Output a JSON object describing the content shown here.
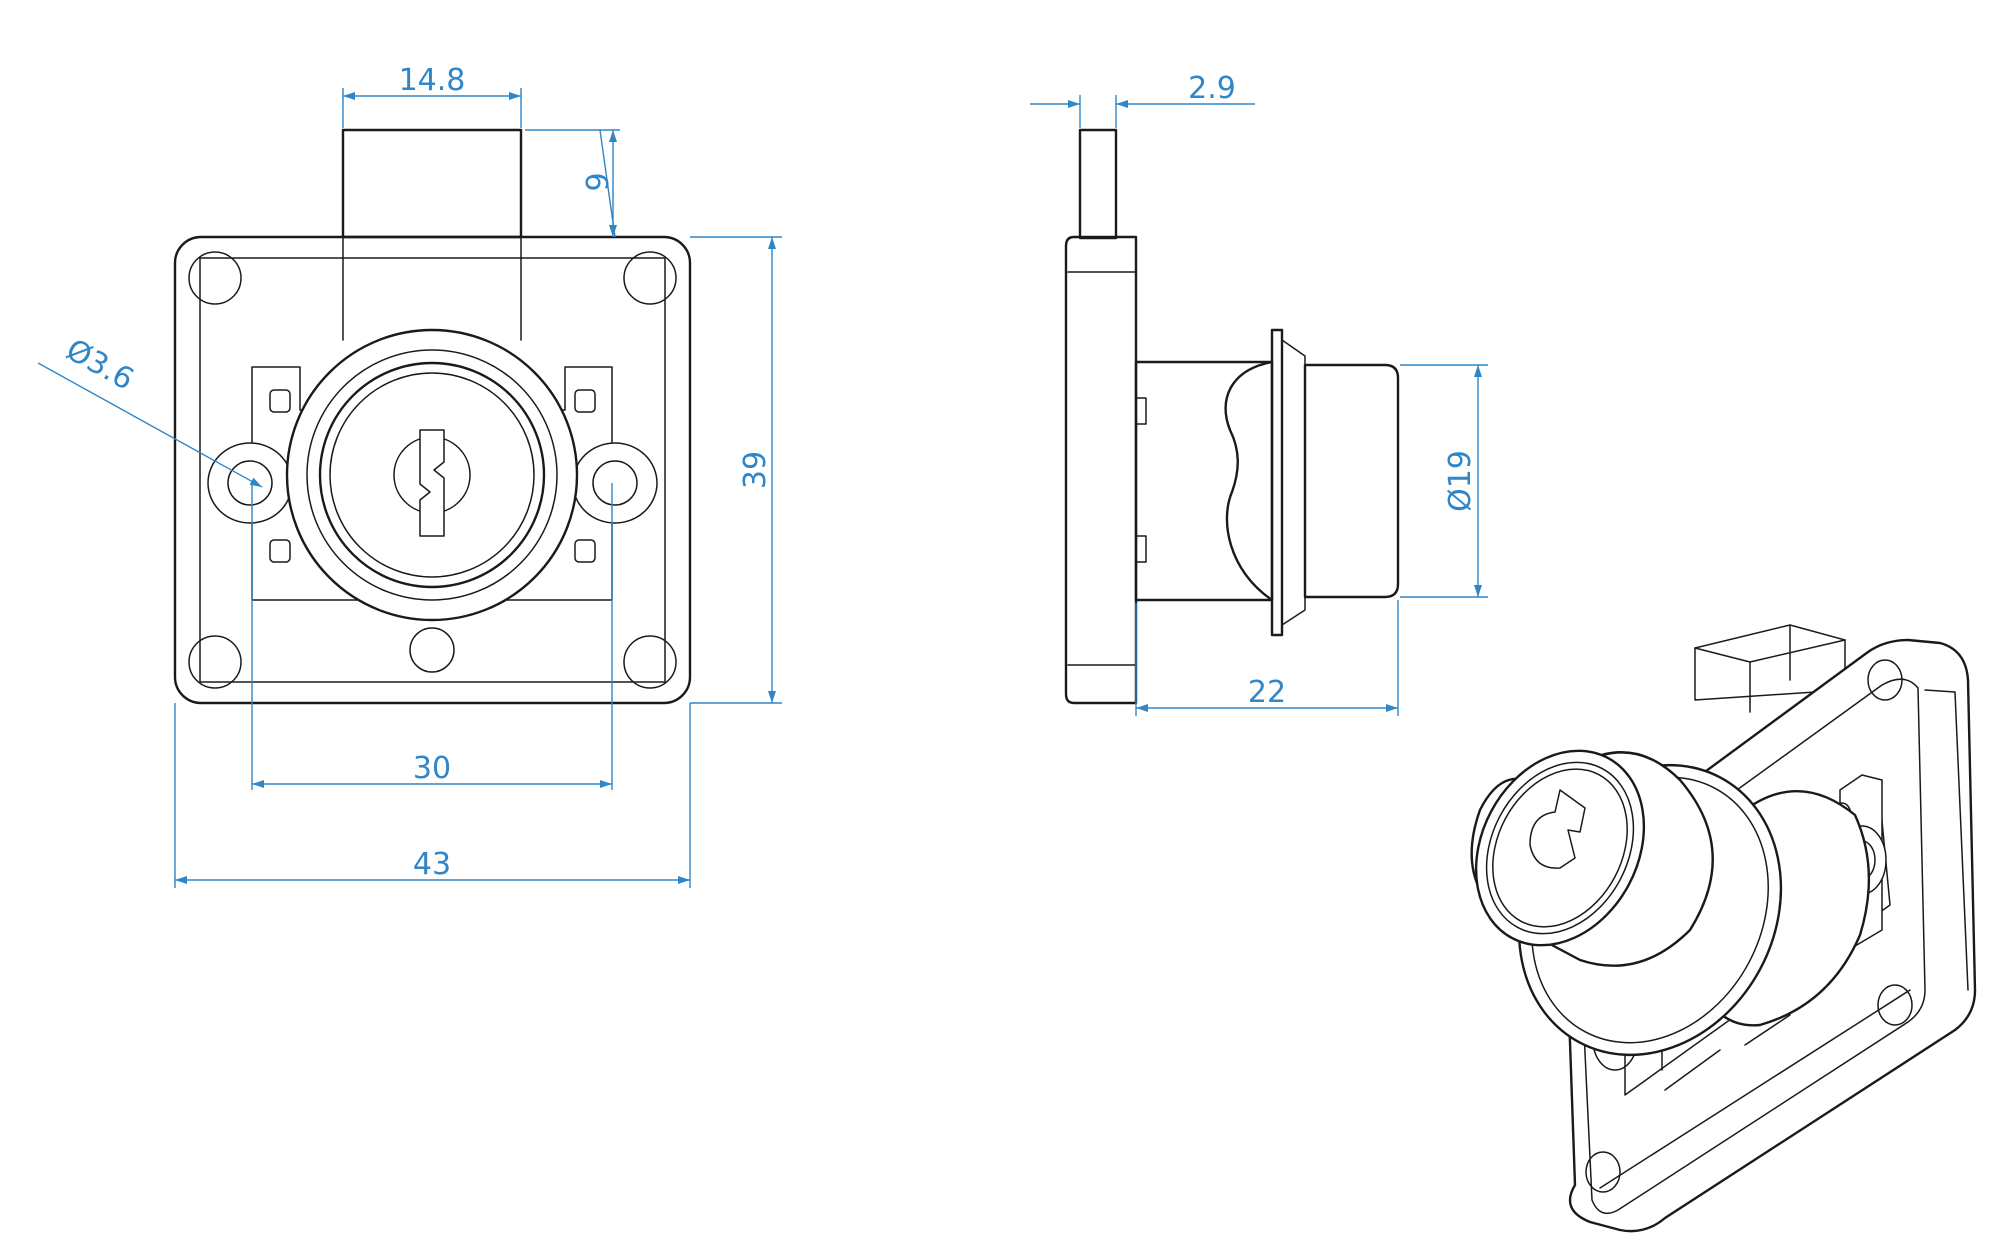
{
  "dimensions": {
    "slot_width": "14.8",
    "slot_height": "9",
    "hole_diameter": "Ø3.6",
    "plate_height": "39",
    "hole_spacing": "30",
    "plate_width": "43",
    "plate_thickness": "2.9",
    "cylinder_diameter": "Ø19",
    "cylinder_length": "22"
  },
  "colors": {
    "line": "#1a1a1a",
    "dimension": "#2f86c9",
    "background": "#ffffff"
  }
}
